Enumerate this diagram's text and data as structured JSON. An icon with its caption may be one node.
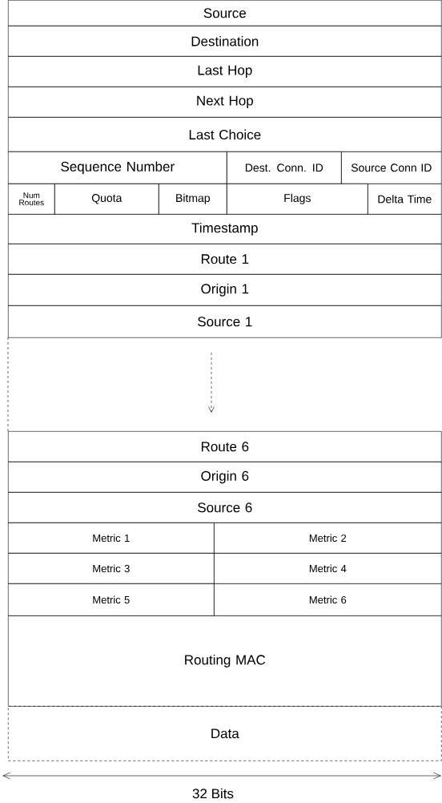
{
  "diagram": {
    "nodes": [
      {
        "text": [
          "Source"
        ]
      },
      {
        "text": [
          "Destination"
        ]
      },
      {
        "text": [
          "Last Hop"
        ]
      },
      {
        "text": [
          "Next Hop"
        ]
      },
      {
        "text": [
          "Last Choice"
        ]
      },
      {
        "text": [
          "Sequence Number"
        ]
      },
      {
        "text": [
          "Dest. Conn. ID"
        ]
      },
      {
        "text": [
          "Source Conn ID"
        ]
      },
      {
        "text": [
          "Num Routes"
        ]
      },
      {
        "text": [
          "Quota"
        ]
      },
      {
        "text": [
          "Bitmap"
        ]
      },
      {
        "text": [
          "Flags"
        ]
      },
      {
        "text": [
          "Delta Time"
        ]
      },
      {
        "text": [
          "Timestamp"
        ]
      },
      {
        "text": [
          "Route 1"
        ]
      },
      {
        "text": [
          "Origin 1"
        ]
      },
      {
        "text": [
          "Source 1"
        ]
      },
      {
        "text": [
          "Route 6"
        ]
      },
      {
        "text": [
          "Origin 6"
        ]
      },
      {
        "text": [
          "Source 6"
        ]
      },
      {
        "text": [
          "Metric 1"
        ]
      },
      {
        "text": [
          "Metric 2"
        ]
      },
      {
        "text": [
          "Metric 3"
        ]
      },
      {
        "text": [
          "Metric 4"
        ]
      },
      {
        "text": [
          "Metric 5"
        ]
      },
      {
        "text": [
          "Metric 6"
        ]
      },
      {
        "text": [
          "Routing MAC"
        ]
      },
      {
        "text": [
          "Data"
        ]
      }
    ],
    "labels": [
      "32 Bits"
    ]
  }
}
